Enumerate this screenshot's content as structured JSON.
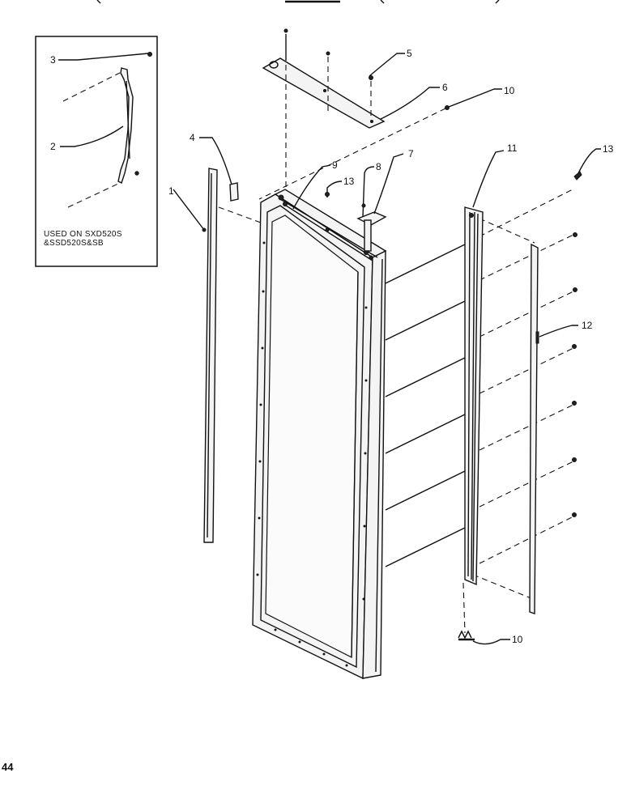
{
  "callouts": {
    "c1": "1",
    "c2": "2",
    "c3": "3",
    "c4": "4",
    "c5": "5",
    "c6": "6",
    "c7": "7",
    "c8": "8",
    "c9": "9",
    "c10a": "10",
    "c10b": "10",
    "c11": "11",
    "c12": "12",
    "c13a": "13",
    "c13b": "13"
  },
  "inset_note": {
    "line1": "USED ON SXD520S",
    "line2": "&SSD520S&SB"
  },
  "page_number": "44"
}
